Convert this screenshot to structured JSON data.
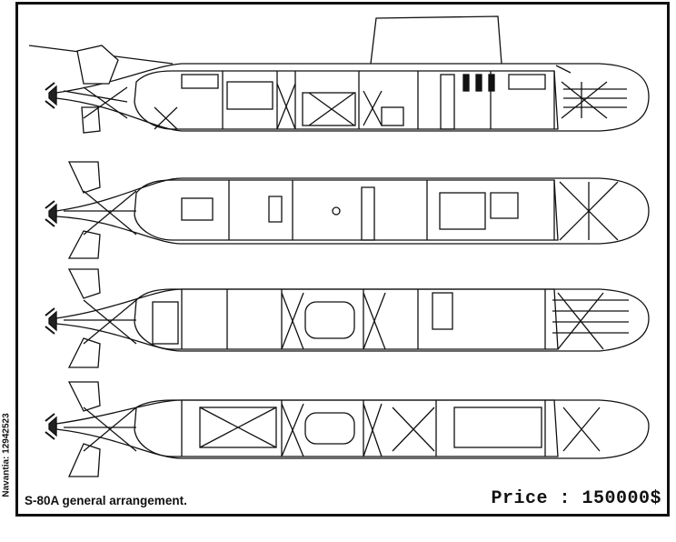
{
  "caption": "S-80A general arrangement.",
  "price": "Price : 150000$",
  "credit": "Navantia: 12942523",
  "views": [
    {
      "name": "profile-view"
    },
    {
      "name": "deck-plan-upper"
    },
    {
      "name": "deck-plan-middle"
    },
    {
      "name": "deck-plan-lower"
    }
  ],
  "colors": {
    "line": "#111111",
    "background": "#ffffff"
  }
}
